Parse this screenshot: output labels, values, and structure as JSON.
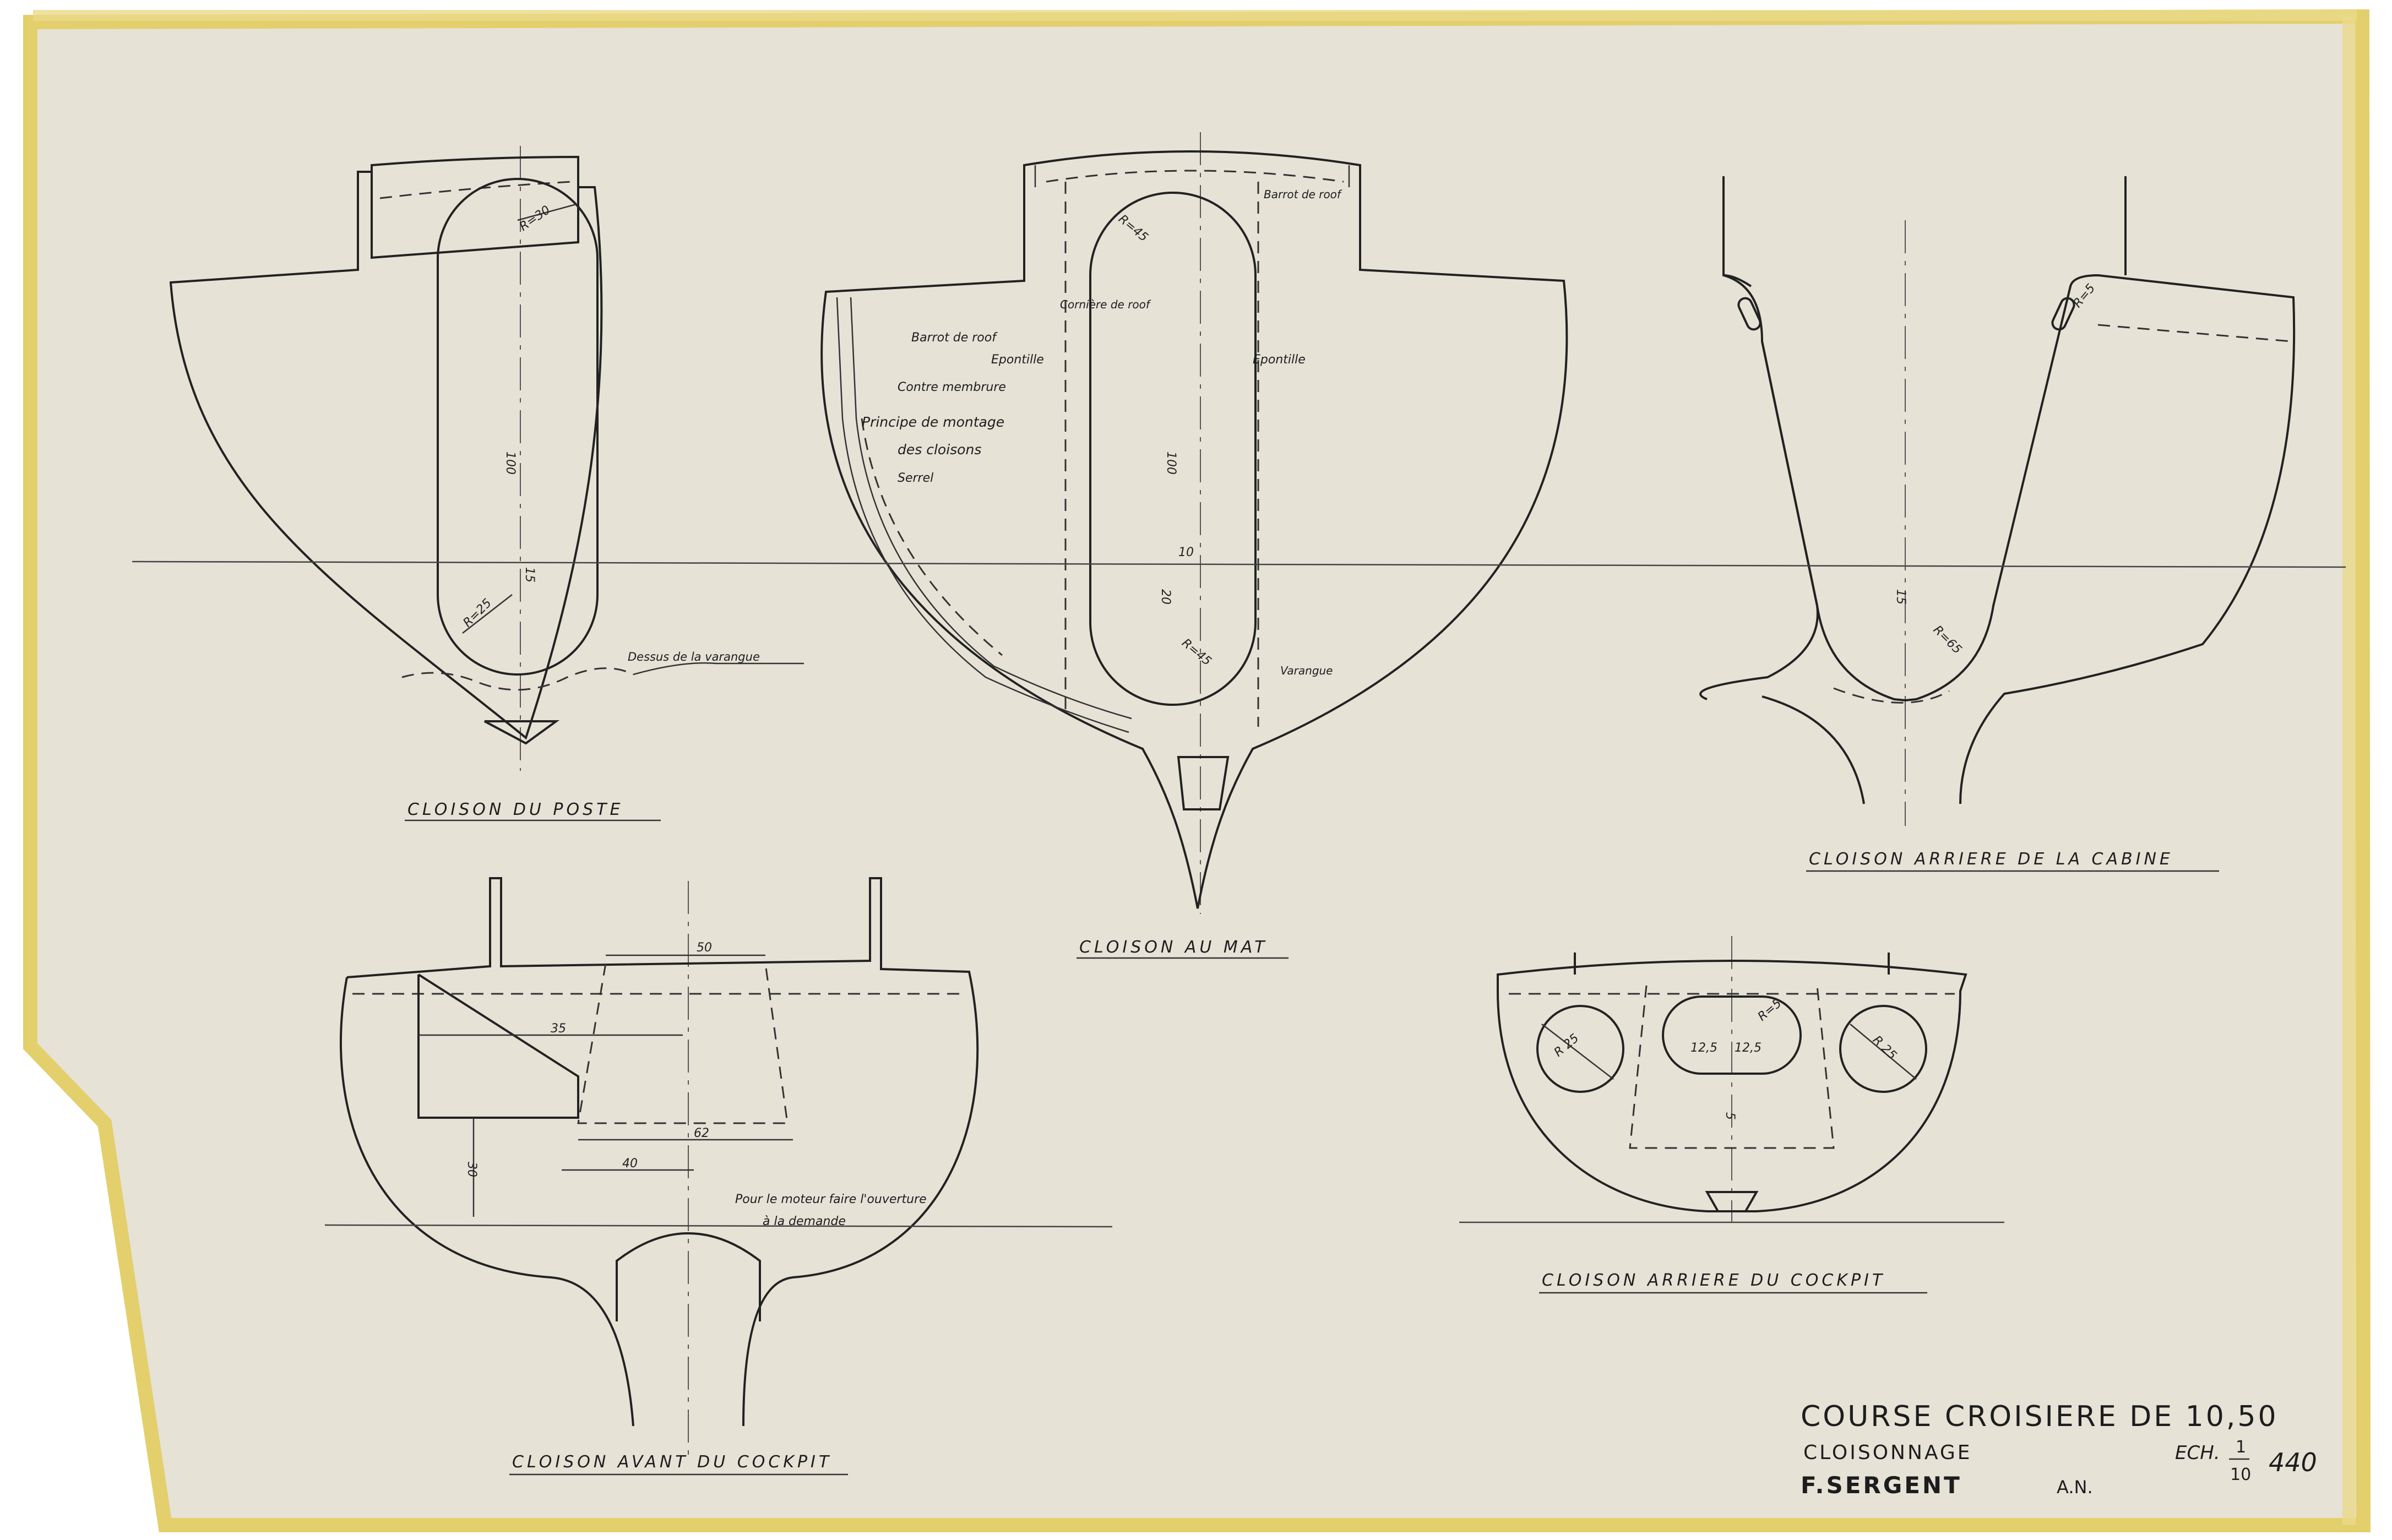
{
  "colors": {
    "paper": "#e6e2d6",
    "tape": "#e8d67e",
    "ink": "#222222"
  },
  "views": {
    "poste": {
      "title": "CLOISON DU POSTE",
      "note": "Dessus de la varangue",
      "dims": {
        "radius_top": "R=30",
        "length": "100",
        "radius_bottom": "R=25",
        "small": "15"
      }
    },
    "mat": {
      "title": "CLOISON AU MAT",
      "notes": {
        "barrot_top": "Barrot de roof",
        "cornier": "Cornière de roof",
        "barrot": "Barrot de roof",
        "epontille_left": "Epontille",
        "contre_membrure": "Contre membrure",
        "principe_1": "Principe de montage",
        "principe_2": "des cloisons",
        "serrel": "Serrel",
        "epontille_right": "Epontille",
        "varangue": "Varangue"
      },
      "dims": {
        "radius_top": "R=45",
        "length": "100",
        "ten": "10",
        "twenty": "20",
        "radius_bottom": "R=45"
      }
    },
    "cabine": {
      "title": "CLOISON ARRIERE DE LA CABINE",
      "dims": {
        "radius_port": "R=5",
        "radius_bottom": "R=65",
        "small": "15"
      }
    },
    "cockpit_avant": {
      "title": "CLOISON AVANT DU COCKPIT",
      "note_1": "Pour le moteur faire l'ouverture",
      "note_2": "à la demande",
      "dims": {
        "d50": "50",
        "d35": "35",
        "d62": "62",
        "d40": "40",
        "d30": "30"
      }
    },
    "cockpit_arriere": {
      "title": "CLOISON ARRIERE DU COCKPIT",
      "dims": {
        "port_left": "R 25",
        "port_right": "R 25",
        "r": "R=5",
        "a": "12,5",
        "b": "12,5",
        "c": "5"
      }
    }
  },
  "title_block": {
    "title": "COURSE CROISIERE DE 10,50",
    "subtitle": "CLOISONNAGE",
    "scale_label": "ECH.",
    "scale_num": "1",
    "scale_den": "10",
    "number": "440",
    "author": "F.SERGENT",
    "initials": "A.N."
  }
}
